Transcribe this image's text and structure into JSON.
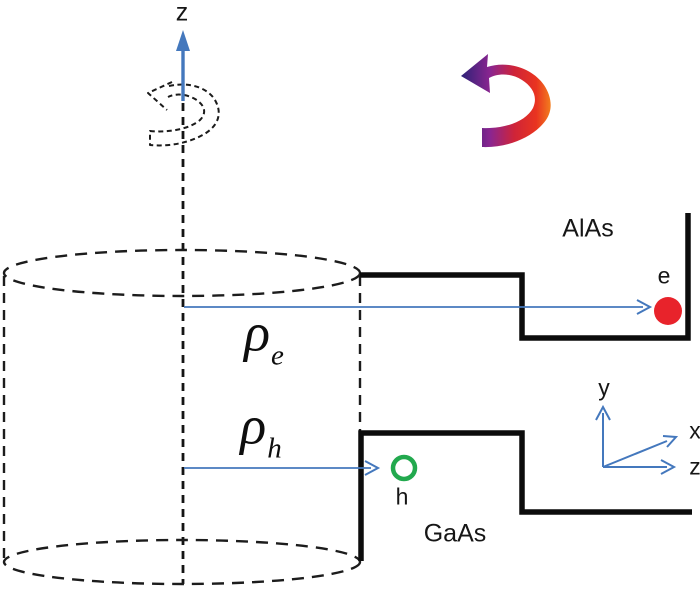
{
  "figure": {
    "background": "#ffffff",
    "labels": {
      "z_axis": "z",
      "alas": "AlAs",
      "gaas": "GaAs",
      "electron": "e",
      "hole": "h",
      "rho_e_symbol": "ρ",
      "rho_e_sub": "e",
      "rho_h_symbol": "ρ",
      "rho_h_sub": "h",
      "triad_x": "x",
      "triad_y": "y",
      "triad_z": "z"
    },
    "colors": {
      "arrow_blue": "#4478bd",
      "line_black": "#141414",
      "electron_red": "#e8232b",
      "hole_green": "#22a94e",
      "swoosh_stop1": "#2d2277",
      "swoosh_stop2": "#8b2590",
      "swoosh_stop3": "#cf2438",
      "swoosh_stop4": "#e93420",
      "swoosh_stop5": "#f4891e"
    }
  }
}
